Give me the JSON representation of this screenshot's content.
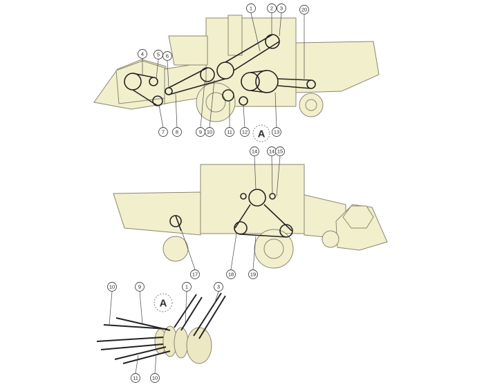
{
  "top_view_callouts": [
    "1",
    "2",
    "3",
    "4",
    "5",
    "6",
    "7",
    "8",
    "9",
    "10",
    "11",
    "12",
    "13",
    "20"
  ],
  "middle_view_callouts": [
    "14",
    "14",
    "15",
    "17",
    "18",
    "19"
  ],
  "detail_callouts": [
    "10",
    "9",
    "1",
    "3",
    "11",
    "10"
  ],
  "detail_marker": "A",
  "section_marker": "A",
  "colors": {
    "body_fill": "#f2efcd",
    "panel_fill": "#ece8c3",
    "line": "#8a8670",
    "belt": "#222222"
  }
}
